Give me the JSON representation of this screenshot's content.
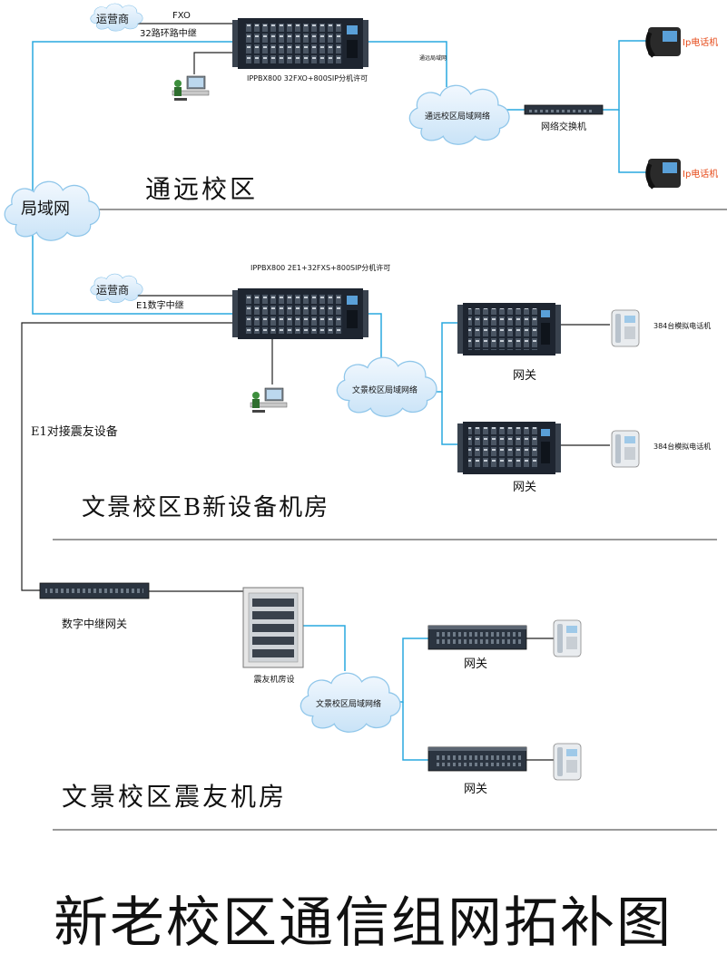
{
  "colors": {
    "link": "#29a9df",
    "wire": "#222222",
    "cloud_fill": "#ddeefa",
    "cloud_stroke": "#8fc6ea",
    "device": "#1e2530",
    "ip_phone_label": "#e64a19",
    "divider": "#333333"
  },
  "labels": {
    "operator_1": "运营商",
    "fxo": "FXO",
    "trunk_32": "32路环路中继",
    "pbx_1": "IPPBX800 32FXO+800SIP分机许可",
    "tongyuan_net_small": "通远局域网",
    "tongyuan_lan": "通远校区局域网络",
    "switch": "网络交换机",
    "ip_phone_1": "Ip电话机",
    "ip_phone_2": "Ip电话机",
    "lan": "局域网",
    "campus_tongyuan": "通远校区",
    "pbx_2": "IPPBX800 2E1+32FXS+800SIP分机许可",
    "operator_2": "运营商",
    "e1_trunk": "E1数字中继",
    "wenjing_lan_1": "文景校区局域网络",
    "analog_384_1": "384台模拟电话机",
    "analog_384_2": "384台模拟电话机",
    "gateway_1": "网关",
    "gateway_2": "网关",
    "e1_link": "E1对接震友设备",
    "campus_wenjing_b": "文景校区B新设备机房",
    "digital_gateway": "数字中继网关",
    "zhenyou_room_device": "震友机房设",
    "wenjing_lan_2": "文景校区局域网络",
    "gateway_3": "网关",
    "gateway_4": "网关",
    "campus_wenjing_zhenyou": "文景校区震友机房",
    "main_title": "新老校区通信组网拓补图"
  }
}
